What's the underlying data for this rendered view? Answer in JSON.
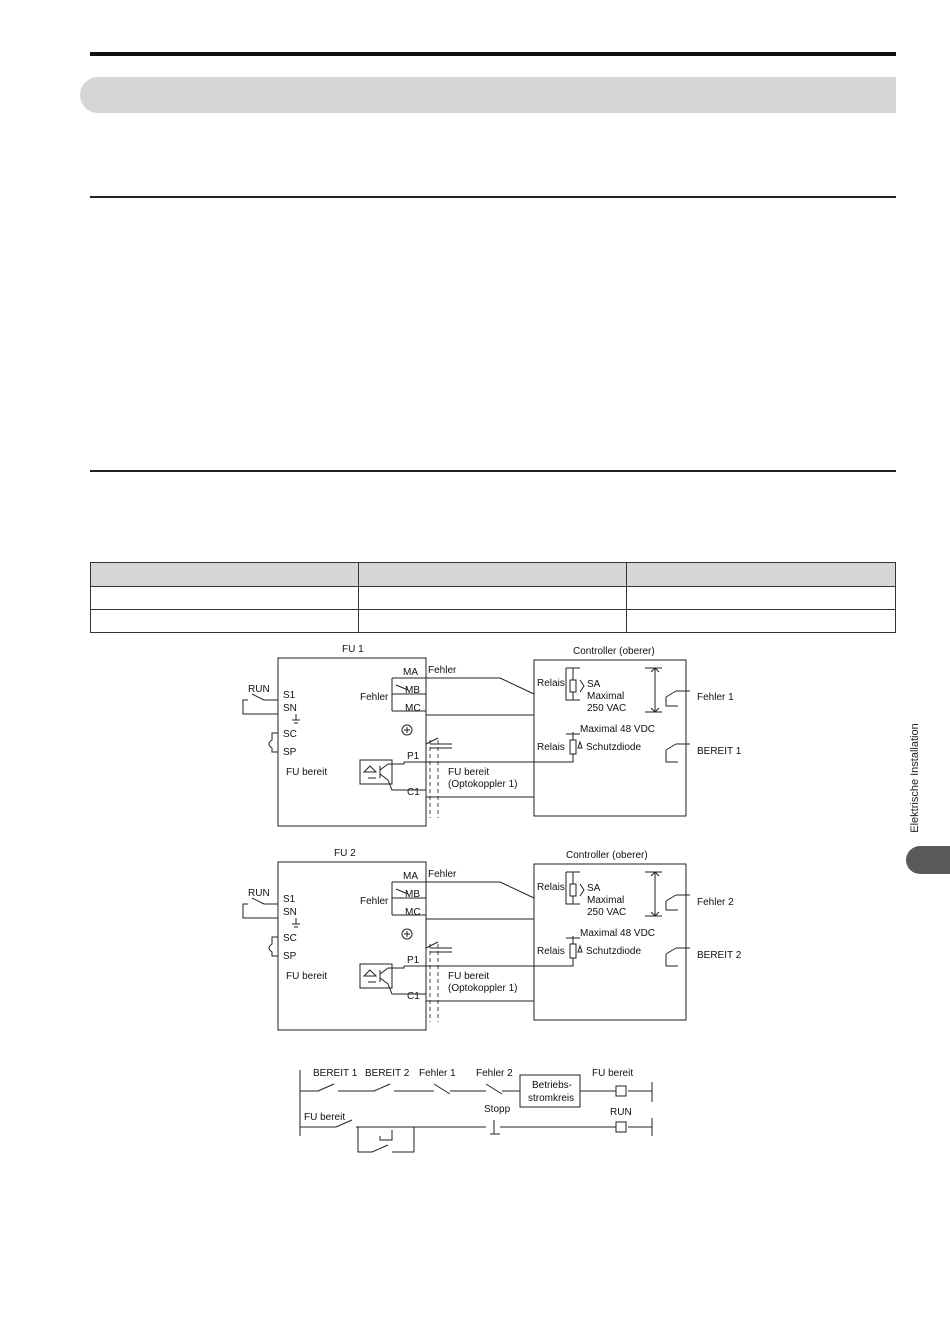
{
  "side_tab": {
    "label": "Elektrische Installation"
  },
  "table": {
    "rows": [
      [
        "",
        "",
        ""
      ],
      [
        "",
        "",
        ""
      ],
      [
        "",
        "",
        ""
      ]
    ]
  },
  "wiring_diagram": {
    "fu1": {
      "title": "FU 1",
      "controller_title": "Controller (oberer)",
      "fault_out": "Fehler 1",
      "ready_out": "BEREIT 1"
    },
    "fu2": {
      "title": "FU 2",
      "controller_title": "Controller (oberer)",
      "fault_out": "Fehler 2",
      "ready_out": "BEREIT 2"
    },
    "terminals": {
      "ma": "MA",
      "mb": "MB",
      "mc": "MC",
      "s1": "S1",
      "sn": "SN",
      "sc": "SC",
      "sp": "SP",
      "p1": "P1",
      "c1": "C1"
    },
    "labels": {
      "run": "RUN",
      "fehler": "Fehler",
      "fu_bereit": "FU bereit",
      "fu_bereit_line1": "FU bereit",
      "fu_bereit_line2": "(Optokoppler 1)",
      "relais": "Relais",
      "sa": "SA",
      "maximal": "Maximal",
      "vac": "250 VAC",
      "max48": "Maximal 48 VDC",
      "schutzdiode": "Schutzdiode"
    }
  },
  "ladder_diagram": {
    "bereit1": "BEREIT 1",
    "bereit2": "BEREIT 2",
    "fehler1": "Fehler 1",
    "fehler2": "Fehler 2",
    "betriebs_line1": "Betriebs-",
    "betriebs_line2": "stromkreis",
    "fu_bereit_coil": "FU bereit",
    "fu_bereit_contact": "FU bereit",
    "stopp": "Stopp",
    "run": "RUN"
  }
}
